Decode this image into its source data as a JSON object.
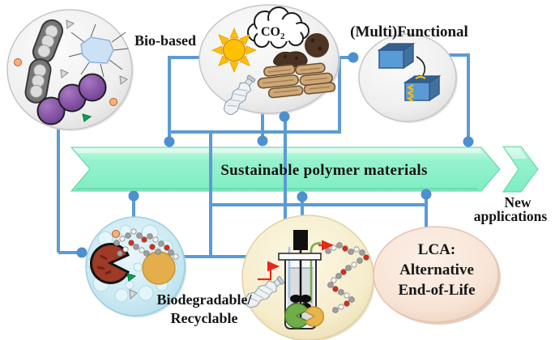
{
  "figure": {
    "type": "graphical-abstract-diagram",
    "banner": {
      "label": "Sustainable polymer materials"
    },
    "nodes": {
      "bio_based": {
        "label": "Bio-based"
      },
      "renewable_feedstocks": {
        "co2_main": "CO",
        "co2_sub": "2"
      },
      "multifunctional": {
        "label": "(Multi)Functional"
      },
      "biodegradable": {
        "label_line1": "Biodegradable/",
        "label_line2": "Recyclable"
      },
      "lca": {
        "line1": "LCA:",
        "line2": "Alternative",
        "line3": "End-of-Life"
      }
    },
    "outcome": {
      "line1": "New",
      "line2": "applications"
    },
    "icons": {
      "bio_based_circle": [
        "bacteria-capsules",
        "microbe-cell",
        "purple-cocci",
        "nutrient-dots",
        "green-spore"
      ],
      "feedstock_circle": [
        "co2-cloud",
        "sun",
        "soil-clumps",
        "wood-logs",
        "crushed-plastic-bottle"
      ],
      "multifunctional_circle": [
        "open-blue-box",
        "self-healing-box",
        "transform-arrow"
      ],
      "biodegradable_circle": [
        "enzyme-pacman",
        "polymer-chain",
        "water-bubbles",
        "green-spore",
        "gray-cone"
      ],
      "bioreactor_circle": [
        "bioreactor-vessel",
        "stirrer-motor",
        "enzyme-pacmen",
        "crushed-plastic-bottle",
        "polymer-chain",
        "red-flow-arrows"
      ]
    },
    "colors": {
      "connector_blue": "#5B9BD5",
      "banner_green": "#8BEFC7",
      "lca_peach": "#F8E4D6",
      "reactor_cream": "#F6EDCC",
      "bubble_blue": "#CBE9F2",
      "circle_gray": "#EFEFEF",
      "sun_yellow": "#FFC000",
      "box_blue": "#5B9BD5",
      "text_black": "#141414"
    }
  }
}
